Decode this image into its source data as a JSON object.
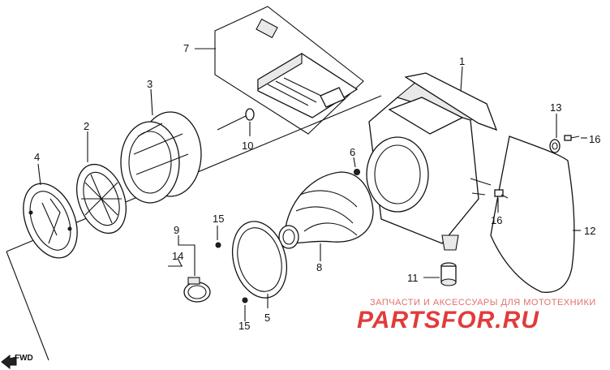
{
  "diagram": {
    "callouts": [
      {
        "id": "c1",
        "label": "1"
      },
      {
        "id": "c2",
        "label": "2"
      },
      {
        "id": "c3",
        "label": "3"
      },
      {
        "id": "c4",
        "label": "4"
      },
      {
        "id": "c5",
        "label": "5"
      },
      {
        "id": "c6",
        "label": "6"
      },
      {
        "id": "c7",
        "label": "7"
      },
      {
        "id": "c8",
        "label": "8"
      },
      {
        "id": "c9",
        "label": "9"
      },
      {
        "id": "c10",
        "label": "10"
      },
      {
        "id": "c11",
        "label": "11"
      },
      {
        "id": "c12",
        "label": "12"
      },
      {
        "id": "c13",
        "label": "13"
      },
      {
        "id": "c14",
        "label": "14"
      },
      {
        "id": "c15a",
        "label": "15"
      },
      {
        "id": "c15b",
        "label": "15"
      },
      {
        "id": "c16a",
        "label": "16"
      },
      {
        "id": "c16b",
        "label": "16"
      }
    ],
    "direction_marker": "FWD"
  },
  "watermark": {
    "tagline": "ЗАПЧАСТИ И АКСЕССУАРЫ ДЛЯ МОТОТЕХНИКИ",
    "brand": "PARTSFOR.RU",
    "color": "#e23b3b"
  }
}
